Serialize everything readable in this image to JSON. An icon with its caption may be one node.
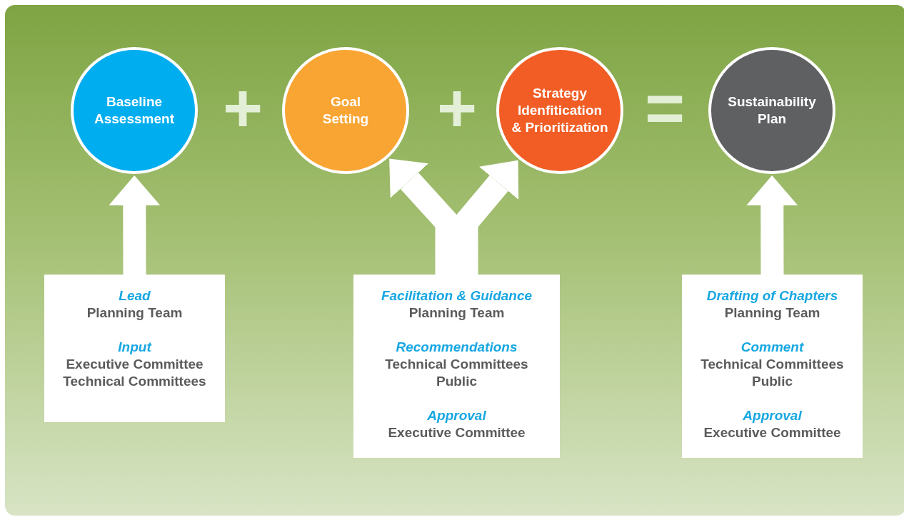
{
  "diagram": {
    "nodes": [
      {
        "text": [
          "Baseline Assessment"
        ]
      },
      {
        "text": [
          "Goal Setting"
        ]
      },
      {
        "text": [
          "Strategy Idenfitication & Prioritization"
        ]
      },
      {
        "text": [
          "Sustainability Plan"
        ]
      },
      {
        "text": [
          "Lead",
          "Planning Team",
          "Input",
          "Executive Committee Technical Committees"
        ]
      },
      {
        "text": [
          "Facilitation & Guidance",
          "Planning Team",
          "Recommendations",
          "Technical Committees Public",
          "Approval",
          "Executive Committee"
        ]
      },
      {
        "text": [
          "Drafting of Chapters",
          "Planning Team",
          "Comment",
          "Technical Committees Public",
          "Approval",
          "Executive Committee"
        ]
      }
    ],
    "edges": [
      {
        "from": 4,
        "to": 0,
        "arrow": "to"
      },
      {
        "from": 5,
        "to": 1,
        "arrow": "to"
      },
      {
        "from": 5,
        "to": 2,
        "arrow": "to"
      },
      {
        "from": 6,
        "to": 3,
        "arrow": "to"
      }
    ],
    "labels": [
      "+",
      "+",
      "="
    ]
  }
}
